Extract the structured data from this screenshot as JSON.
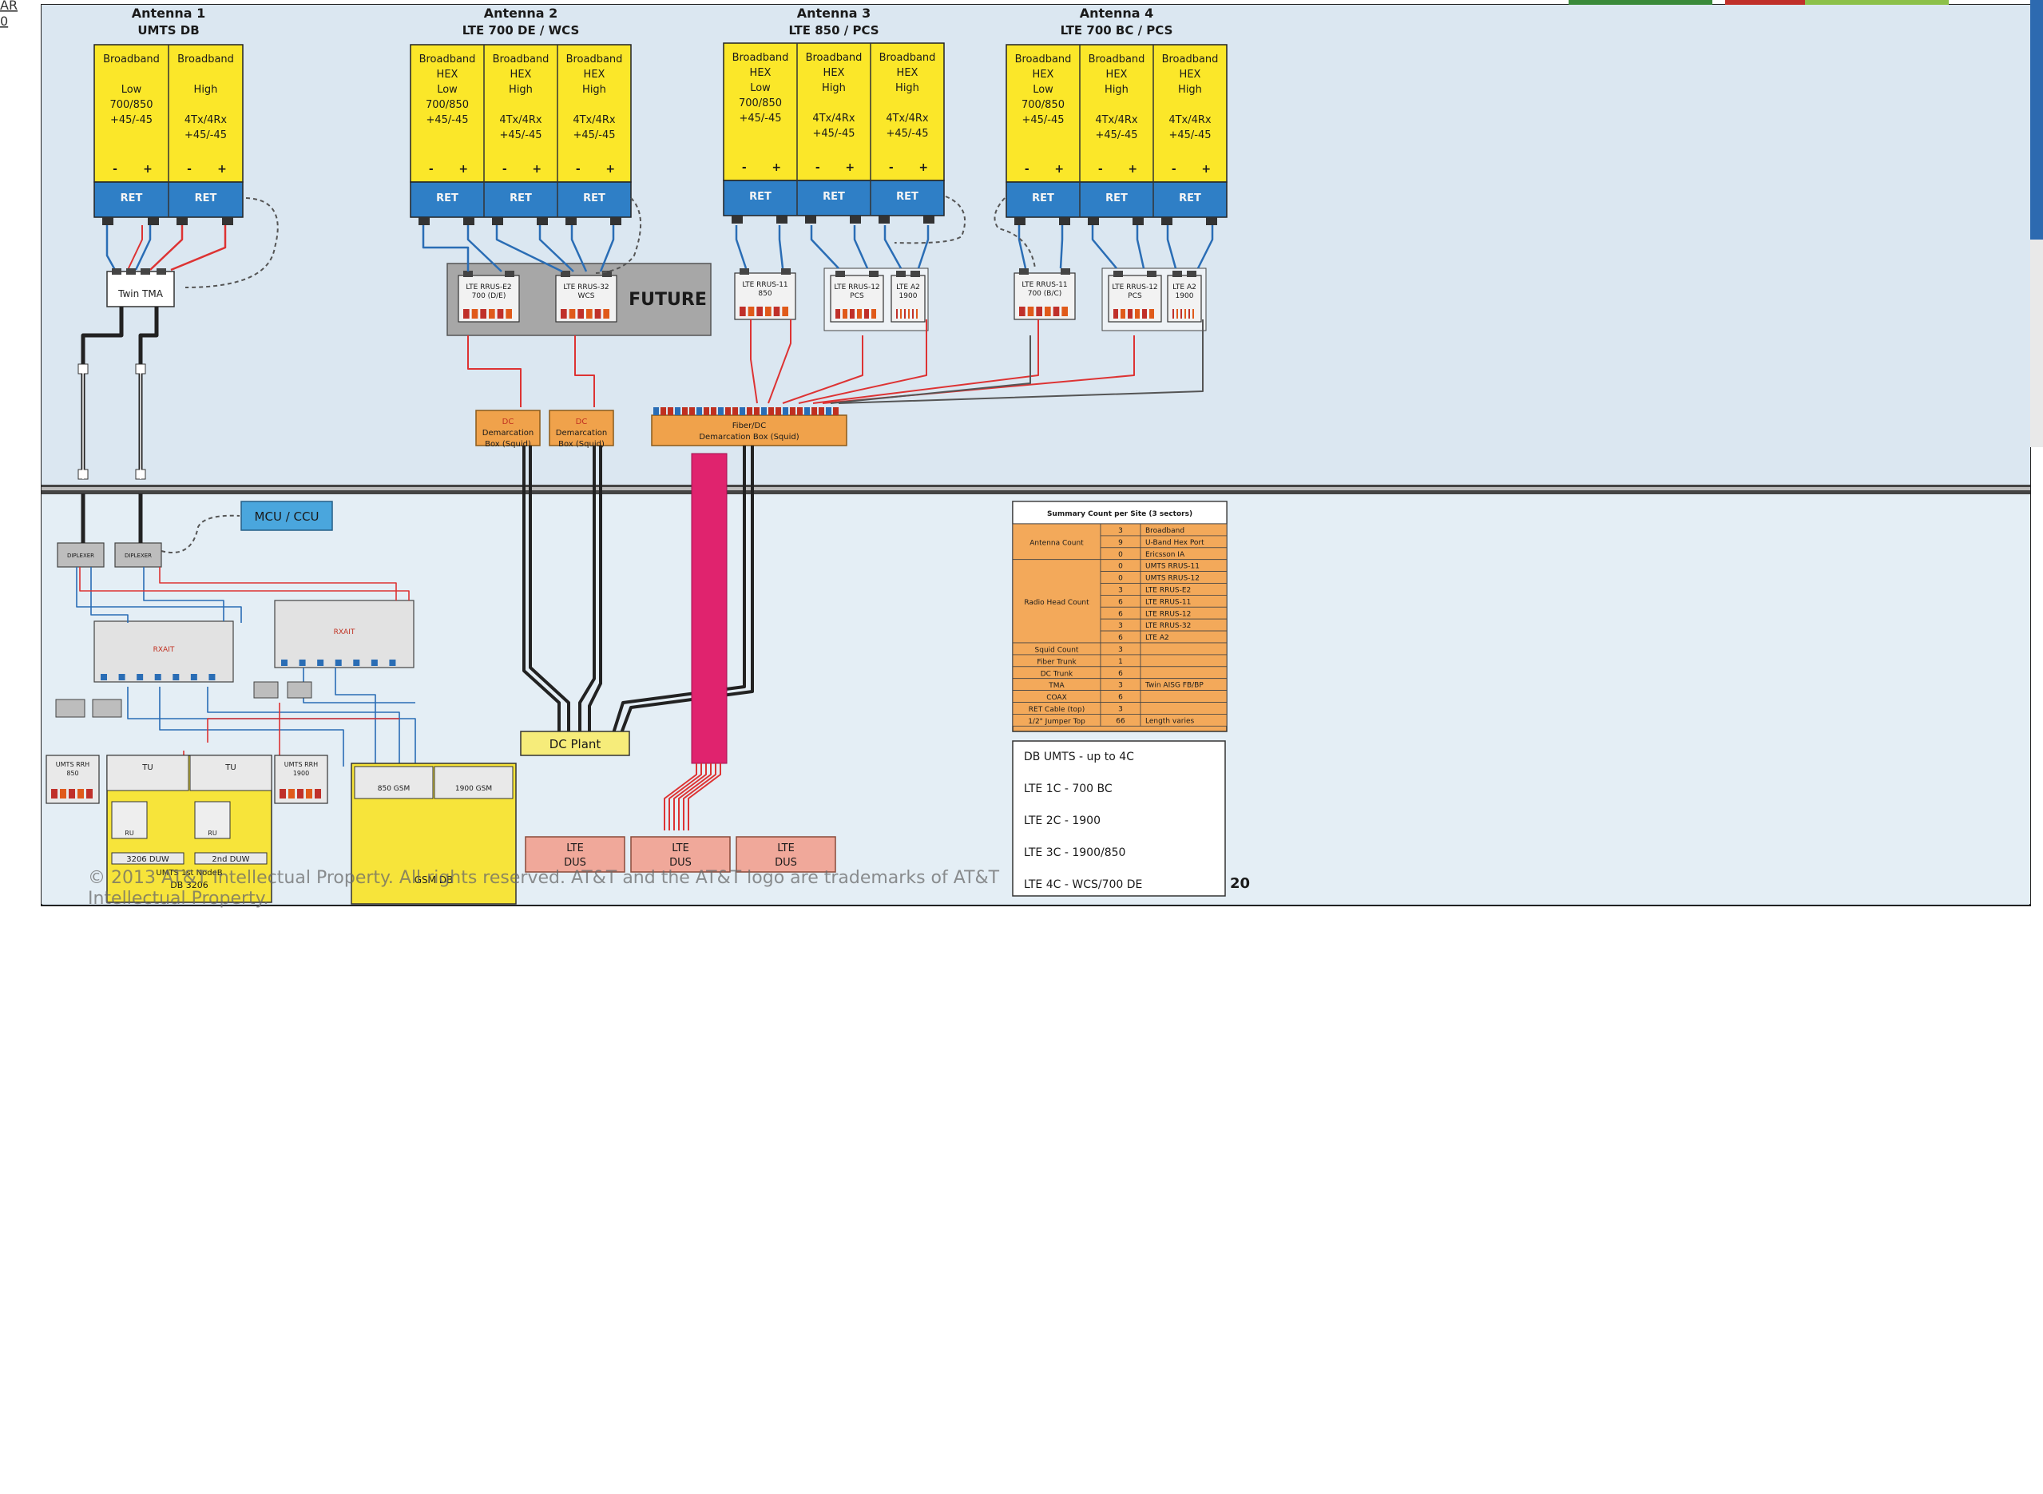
{
  "corner_link": [
    "AR",
    "0"
  ],
  "page_number": "20",
  "future_label": "FUTURE",
  "mcu_label": "MCU / CCU",
  "dc_plant": "DC Plant",
  "twin_tma": "Twin TMA",
  "diplexer": "DIPLEXER",
  "rxait": "RXAIT",
  "dc_squid": [
    "DC",
    "Demarcation",
    "Box (Squid)"
  ],
  "fiber_squid": [
    "Fiber/DC",
    "Demarcation Box (Squid)"
  ],
  "antennas": [
    {
      "title": "Antenna 1",
      "subtitle": "UMTS DB",
      "ports": [
        [
          "Broadband",
          "",
          "Low",
          "700/850",
          "+45/-45"
        ],
        [
          "Broadband",
          "",
          "High",
          "",
          "4Tx/4Rx",
          "+45/-45"
        ]
      ],
      "ret": [
        "RET",
        "RET"
      ]
    },
    {
      "title": "Antenna 2",
      "subtitle": "LTE 700 DE / WCS",
      "ports": [
        [
          "Broadband",
          "HEX",
          "Low",
          "700/850",
          "+45/-45"
        ],
        [
          "Broadband",
          "HEX",
          "High",
          "",
          "4Tx/4Rx",
          "+45/-45"
        ],
        [
          "Broadband",
          "HEX",
          "High",
          "",
          "4Tx/4Rx",
          "+45/-45"
        ]
      ],
      "ret": [
        "RET",
        "RET",
        "RET"
      ]
    },
    {
      "title": "Antenna 3",
      "subtitle": "LTE 850 / PCS",
      "ports": [
        [
          "Broadband",
          "HEX",
          "Low",
          "700/850",
          "+45/-45"
        ],
        [
          "Broadband",
          "HEX",
          "High",
          "",
          "4Tx/4Rx",
          "+45/-45"
        ],
        [
          "Broadband",
          "HEX",
          "High",
          "",
          "4Tx/4Rx",
          "+45/-45"
        ]
      ],
      "ret": [
        "RET",
        "RET",
        "RET"
      ]
    },
    {
      "title": "Antenna 4",
      "subtitle": "LTE 700 BC / PCS",
      "ports": [
        [
          "Broadband",
          "HEX",
          "Low",
          "700/850",
          "+45/-45"
        ],
        [
          "Broadband",
          "HEX",
          "High",
          "",
          "4Tx/4Rx",
          "+45/-45"
        ],
        [
          "Broadband",
          "HEX",
          "High",
          "",
          "4Tx/4Rx",
          "+45/-45"
        ]
      ],
      "ret": [
        "RET",
        "RET",
        "RET"
      ]
    }
  ],
  "rrus": [
    [
      "LTE RRUS-E2",
      "700 (D/E)"
    ],
    [
      "LTE RRUS-32",
      "WCS"
    ],
    [
      "LTE RRUS-11",
      "850"
    ],
    [
      "LTE RRUS-12",
      "PCS"
    ],
    [
      "LTE A2",
      "1900"
    ],
    [
      "LTE RRUS-11",
      "700 (B/C)"
    ],
    [
      "LTE RRUS-12",
      "PCS"
    ],
    [
      "LTE A2",
      "1900"
    ]
  ],
  "bottom_units": {
    "umts_rrh_850": [
      "UMTS RRH",
      "850"
    ],
    "umts_rrh_1900": [
      "UMTS RRH",
      "1900"
    ],
    "tu": "TU",
    "ru": "RU",
    "duw1": "3206 DUW",
    "duw2": "2nd DUW",
    "nodeb_line1": "UMTS 1st NodeB",
    "nodeb_line2": "DB 3206",
    "gsm_850": "850 GSM",
    "gsm_1900": "1900 GSM",
    "gsm_db": "GSM DB"
  },
  "dus": [
    [
      "LTE",
      "DUS"
    ],
    [
      "LTE",
      "DUS"
    ],
    [
      "LTE",
      "DUS"
    ]
  ],
  "summary": {
    "title": "Summary Count per Site (3 sectors)",
    "groups": [
      {
        "label": "Antenna Count",
        "rows": [
          [
            "3",
            "Broadband"
          ],
          [
            "9",
            "U-Band Hex Port"
          ],
          [
            "0",
            "Ericsson IA"
          ]
        ]
      },
      {
        "label": "Radio Head Count",
        "rows": [
          [
            "0",
            "UMTS RRUS-11"
          ],
          [
            "0",
            "UMTS RRUS-12"
          ],
          [
            "3",
            "LTE RRUS-E2"
          ],
          [
            "6",
            "LTE RRUS-11"
          ],
          [
            "6",
            "LTE RRUS-12"
          ],
          [
            "3",
            "LTE RRUS-32"
          ],
          [
            "6",
            "LTE A2"
          ]
        ]
      },
      {
        "label": "Squid Count",
        "rows": [
          [
            "3",
            ""
          ]
        ]
      },
      {
        "label": "Fiber Trunk",
        "rows": [
          [
            "1",
            ""
          ]
        ]
      },
      {
        "label": "DC Trunk",
        "rows": [
          [
            "6",
            ""
          ]
        ]
      },
      {
        "label": "TMA",
        "rows": [
          [
            "3",
            "Twin AISG FB/BP"
          ]
        ]
      },
      {
        "label": "COAX",
        "rows": [
          [
            "6",
            ""
          ]
        ]
      },
      {
        "label": "RET Cable (top)",
        "rows": [
          [
            "3",
            ""
          ]
        ]
      },
      {
        "label": "1/2\" Jumper Top",
        "rows": [
          [
            "66",
            "Length varies"
          ]
        ]
      }
    ]
  },
  "config_list": [
    "DB UMTS - up to 4C",
    "LTE 1C - 700 BC",
    "LTE 2C - 1900",
    "LTE 3C - 1900/850",
    "LTE 4C - WCS/700 DE"
  ],
  "copyright": "© 2013 AT&T Intellectual Property. All rights reserved. AT&T and the AT&T logo are trademarks of AT&T Intellectual Property."
}
